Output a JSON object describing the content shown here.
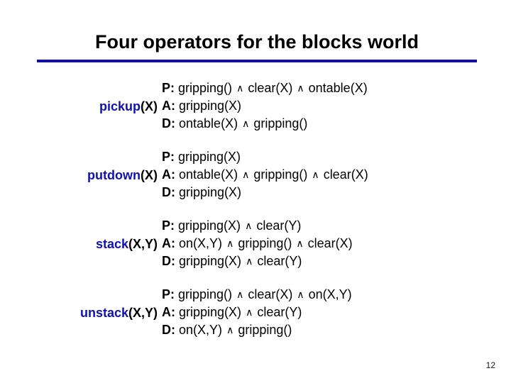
{
  "slide": {
    "title": "Four operators for the blocks world",
    "rule_color": "#11119e",
    "operator_color": "#1111b0",
    "background_color": "#ffffff",
    "page_number": "12"
  },
  "labels": {
    "precondition": "P:",
    "add": "A:",
    "delete": "D:",
    "conjunction_symbol": "∧"
  },
  "operators": [
    {
      "name": "pickup",
      "args": "(X)",
      "precondition": {
        "label": "P:",
        "terms": [
          "gripping()",
          "clear(X)",
          "ontable(X)"
        ]
      },
      "add": {
        "label": "A:",
        "terms": [
          "gripping(X)"
        ]
      },
      "delete": {
        "label": "D:",
        "terms": [
          "ontable(X)",
          "gripping()"
        ]
      }
    },
    {
      "name": "putdown",
      "args": "(X)",
      "precondition": {
        "label": "P:",
        "terms": [
          "gripping(X)"
        ]
      },
      "add": {
        "label": "A:",
        "terms": [
          "ontable(X)",
          "gripping()",
          "clear(X)"
        ]
      },
      "delete": {
        "label": "D:",
        "terms": [
          "gripping(X)"
        ]
      }
    },
    {
      "name": "stack",
      "args": "(X,Y)",
      "precondition": {
        "label": "P:",
        "terms": [
          "gripping(X)",
          "clear(Y)"
        ]
      },
      "add": {
        "label": "A:",
        "terms": [
          "on(X,Y)",
          "gripping()",
          "clear(X)"
        ]
      },
      "delete": {
        "label": "D:",
        "terms": [
          "gripping(X)",
          "clear(Y)"
        ]
      }
    },
    {
      "name": "unstack",
      "args": "(X,Y)",
      "precondition": {
        "label": "P:",
        "terms": [
          "gripping()",
          "clear(X)",
          "on(X,Y)"
        ]
      },
      "add": {
        "label": "A:",
        "terms": [
          "gripping(X)",
          "clear(Y)"
        ]
      },
      "delete": {
        "label": "D:",
        "terms": [
          "on(X,Y)",
          "gripping()"
        ]
      }
    }
  ]
}
